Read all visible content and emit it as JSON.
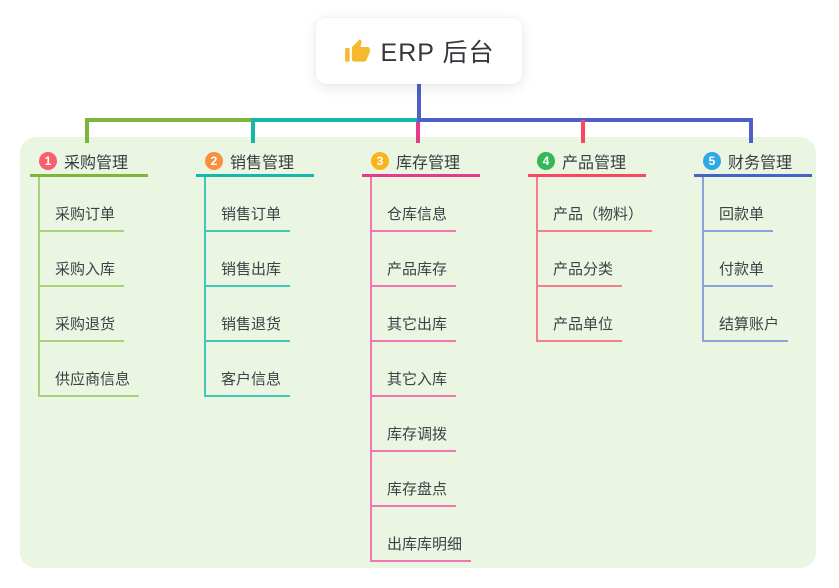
{
  "root": {
    "title": "ERP 后台",
    "icon": "thumbs-up-icon",
    "icon_color": "#f3ba2f"
  },
  "panel": {
    "background": "#eaf5e2"
  },
  "connectors": {
    "root_blue": "#4f5fc8",
    "green": "#7eb63d",
    "teal": "#14b8ab",
    "pink": "#e33c8e",
    "red": "#f5495f"
  },
  "branches": [
    {
      "badge": "1",
      "badge_color": "#f85f6d",
      "label": "采购管理",
      "line_color": "#7eb63d",
      "child_line_color": "#a9d07b",
      "children": [
        "采购订单",
        "采购入库",
        "采购退货",
        "供应商信息"
      ]
    },
    {
      "badge": "2",
      "badge_color": "#f9903f",
      "label": "销售管理",
      "line_color": "#14b8ab",
      "child_line_color": "#44c6ba",
      "children": [
        "销售订单",
        "销售出库",
        "销售退货",
        "客户信息"
      ]
    },
    {
      "badge": "3",
      "badge_color": "#f9b41c",
      "label": "库存管理",
      "line_color": "#e33c8e",
      "child_line_color": "#ee77b1",
      "children": [
        "仓库信息",
        "产品库存",
        "其它出库",
        "其它入库",
        "库存调拨",
        "库存盘点",
        "出库库明细"
      ]
    },
    {
      "badge": "4",
      "badge_color": "#33b757",
      "label": "产品管理",
      "line_color": "#f5495f",
      "child_line_color": "#f3818d",
      "children": [
        "产品（物料）",
        "产品分类",
        "产品单位"
      ]
    },
    {
      "badge": "5",
      "badge_color": "#2fa9e5",
      "label": "财务管理",
      "line_color": "#4663c6",
      "child_line_color": "#8ba3dc",
      "children": [
        "回款单",
        "付款单",
        "结算账户"
      ]
    }
  ]
}
